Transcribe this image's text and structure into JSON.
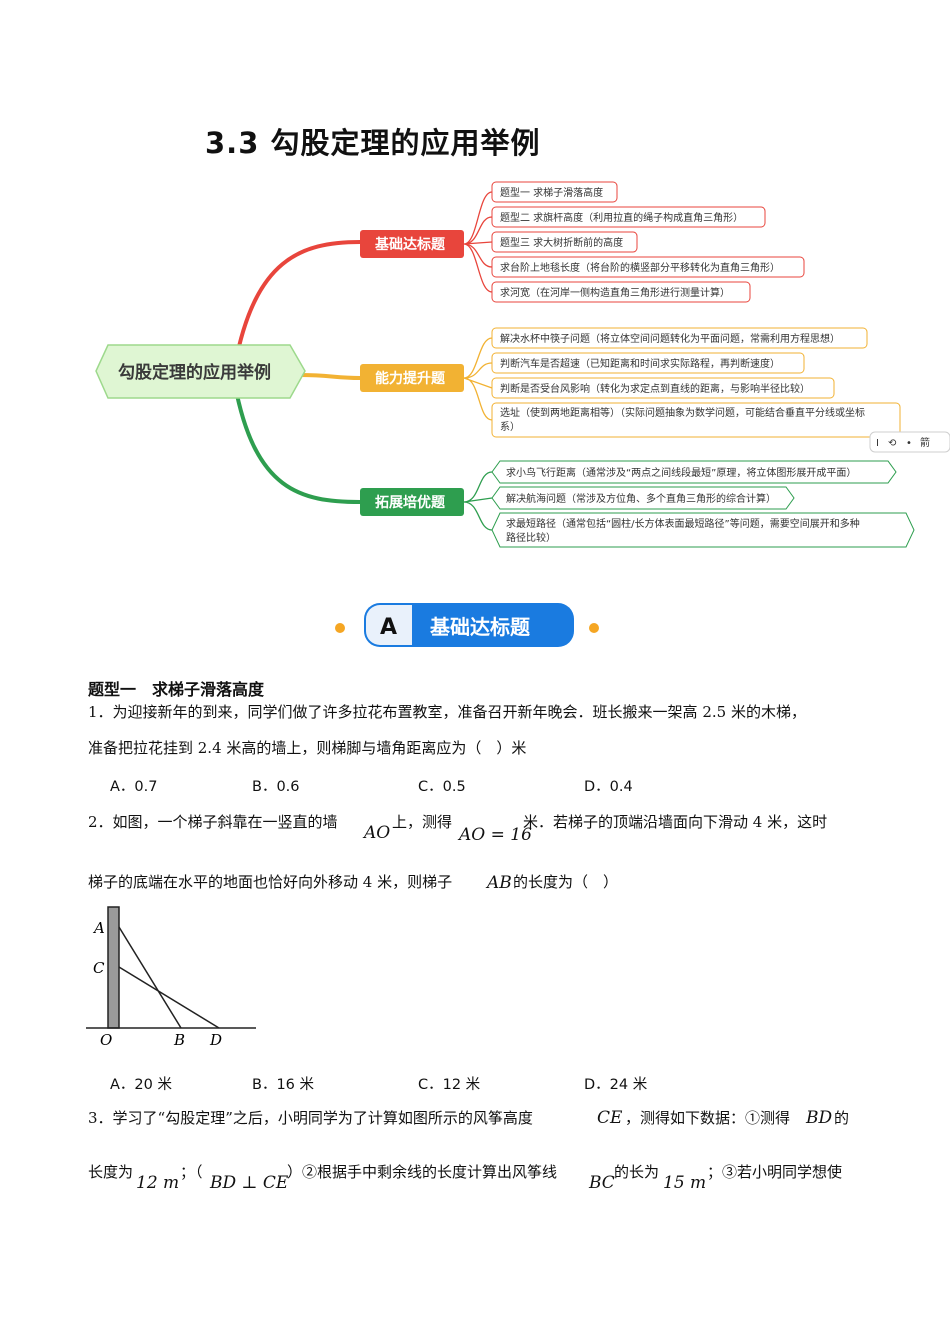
{
  "title": "3.3 勾股定理的应用举例",
  "mindmap": {
    "root": "勾股定理的应用举例",
    "branches": [
      {
        "label": "基础达标题",
        "color": "#e8453c",
        "items": [
          "题型一 求梯子滑落高度",
          "题型二 求旗杆高度（利用拉直的绳子构成直角三角形）",
          "题型三 求大树折断前的高度",
          "求台阶上地毯长度（将台阶的横竖部分平移转化为直角三角形）",
          "求河宽（在河岸一侧构造直角三角形进行测量计算）"
        ]
      },
      {
        "label": "能力提升题",
        "color": "#f2b233",
        "items": [
          "解决水杯中筷子问题（将立体空间问题转化为平面问题，常需利用方程思想）",
          "判断汽车是否超速（已知距离和时间求实际路程，再判断速度）",
          "判断是否受台风影响（转化为求定点到直线的距离，与影响半径比较）",
          "选址（使到两地距离相等）（实际问题抽象为数学问题，可能结合垂直平分线或坐标",
          "系）"
        ]
      },
      {
        "label": "拓展培优题",
        "color": "#2e9e4f",
        "items": [
          "求小鸟飞行距离（通常涉及“两点之间线段最短”原理，将立体图形展开成平面）",
          "解决航海问题（常涉及方位角、多个直角三角形的综合计算）",
          "求最短路径（通常包括“圆柱/长方体表面最短路径”等问题，需要空间展开和多种",
          "路径比较）"
        ]
      }
    ],
    "toolbar": [
      "I",
      "⟲",
      "•",
      "箭"
    ]
  },
  "section": {
    "letter": "A",
    "label": "基础达标题"
  },
  "type_heading": "题型一　求梯子滑落高度",
  "q1": {
    "line1": "1．为迎接新年的到来，同学们做了许多拉花布置教室，准备召开新年晚会．班长搬来一架高 2.5 米的木梯，",
    "line2": "准备把拉花挂到 2.4 米高的墙上，则梯脚与墙角距离应为（　）米",
    "options": [
      "A．0.7",
      "B．0.6",
      "C．0.5",
      "D．0.4"
    ]
  },
  "q2": {
    "p1": "2．如图，一个梯子斜靠在一竖直的墙",
    "m1": "AO",
    "p2": "上，测得",
    "m2": "AO = 16",
    "p3": "米．若梯子的顶端沿墙面向下滑动 4 米，这时",
    "p4": "梯子的底端在水平的地面也恰好向外移动 4 米，则梯子",
    "m3": "AB",
    "p5": "的长度为（　）",
    "fig_labels": {
      "A": "A",
      "C": "C",
      "O": "O",
      "B": "B",
      "D": "D"
    },
    "options": [
      "A．20 米",
      "B．16 米",
      "C．12 米",
      "D．24 米"
    ]
  },
  "q3": {
    "p1": "3．学习了“勾股定理”之后，小明同学为了计算如图所示的风筝高度",
    "m1": "CE",
    "p2": "，测得如下数据：①测得",
    "m2": "BD",
    "p3": "的",
    "p4": "长度为",
    "m3": "12 m",
    "p5": "；（",
    "m4": "BD ⊥ CE",
    "p6": "）②根据手中剩余线的长度计算出风筝线",
    "m5": "BC",
    "p7": "的长为",
    "m6": "15 m",
    "p8": "；③若小明同学想使"
  }
}
